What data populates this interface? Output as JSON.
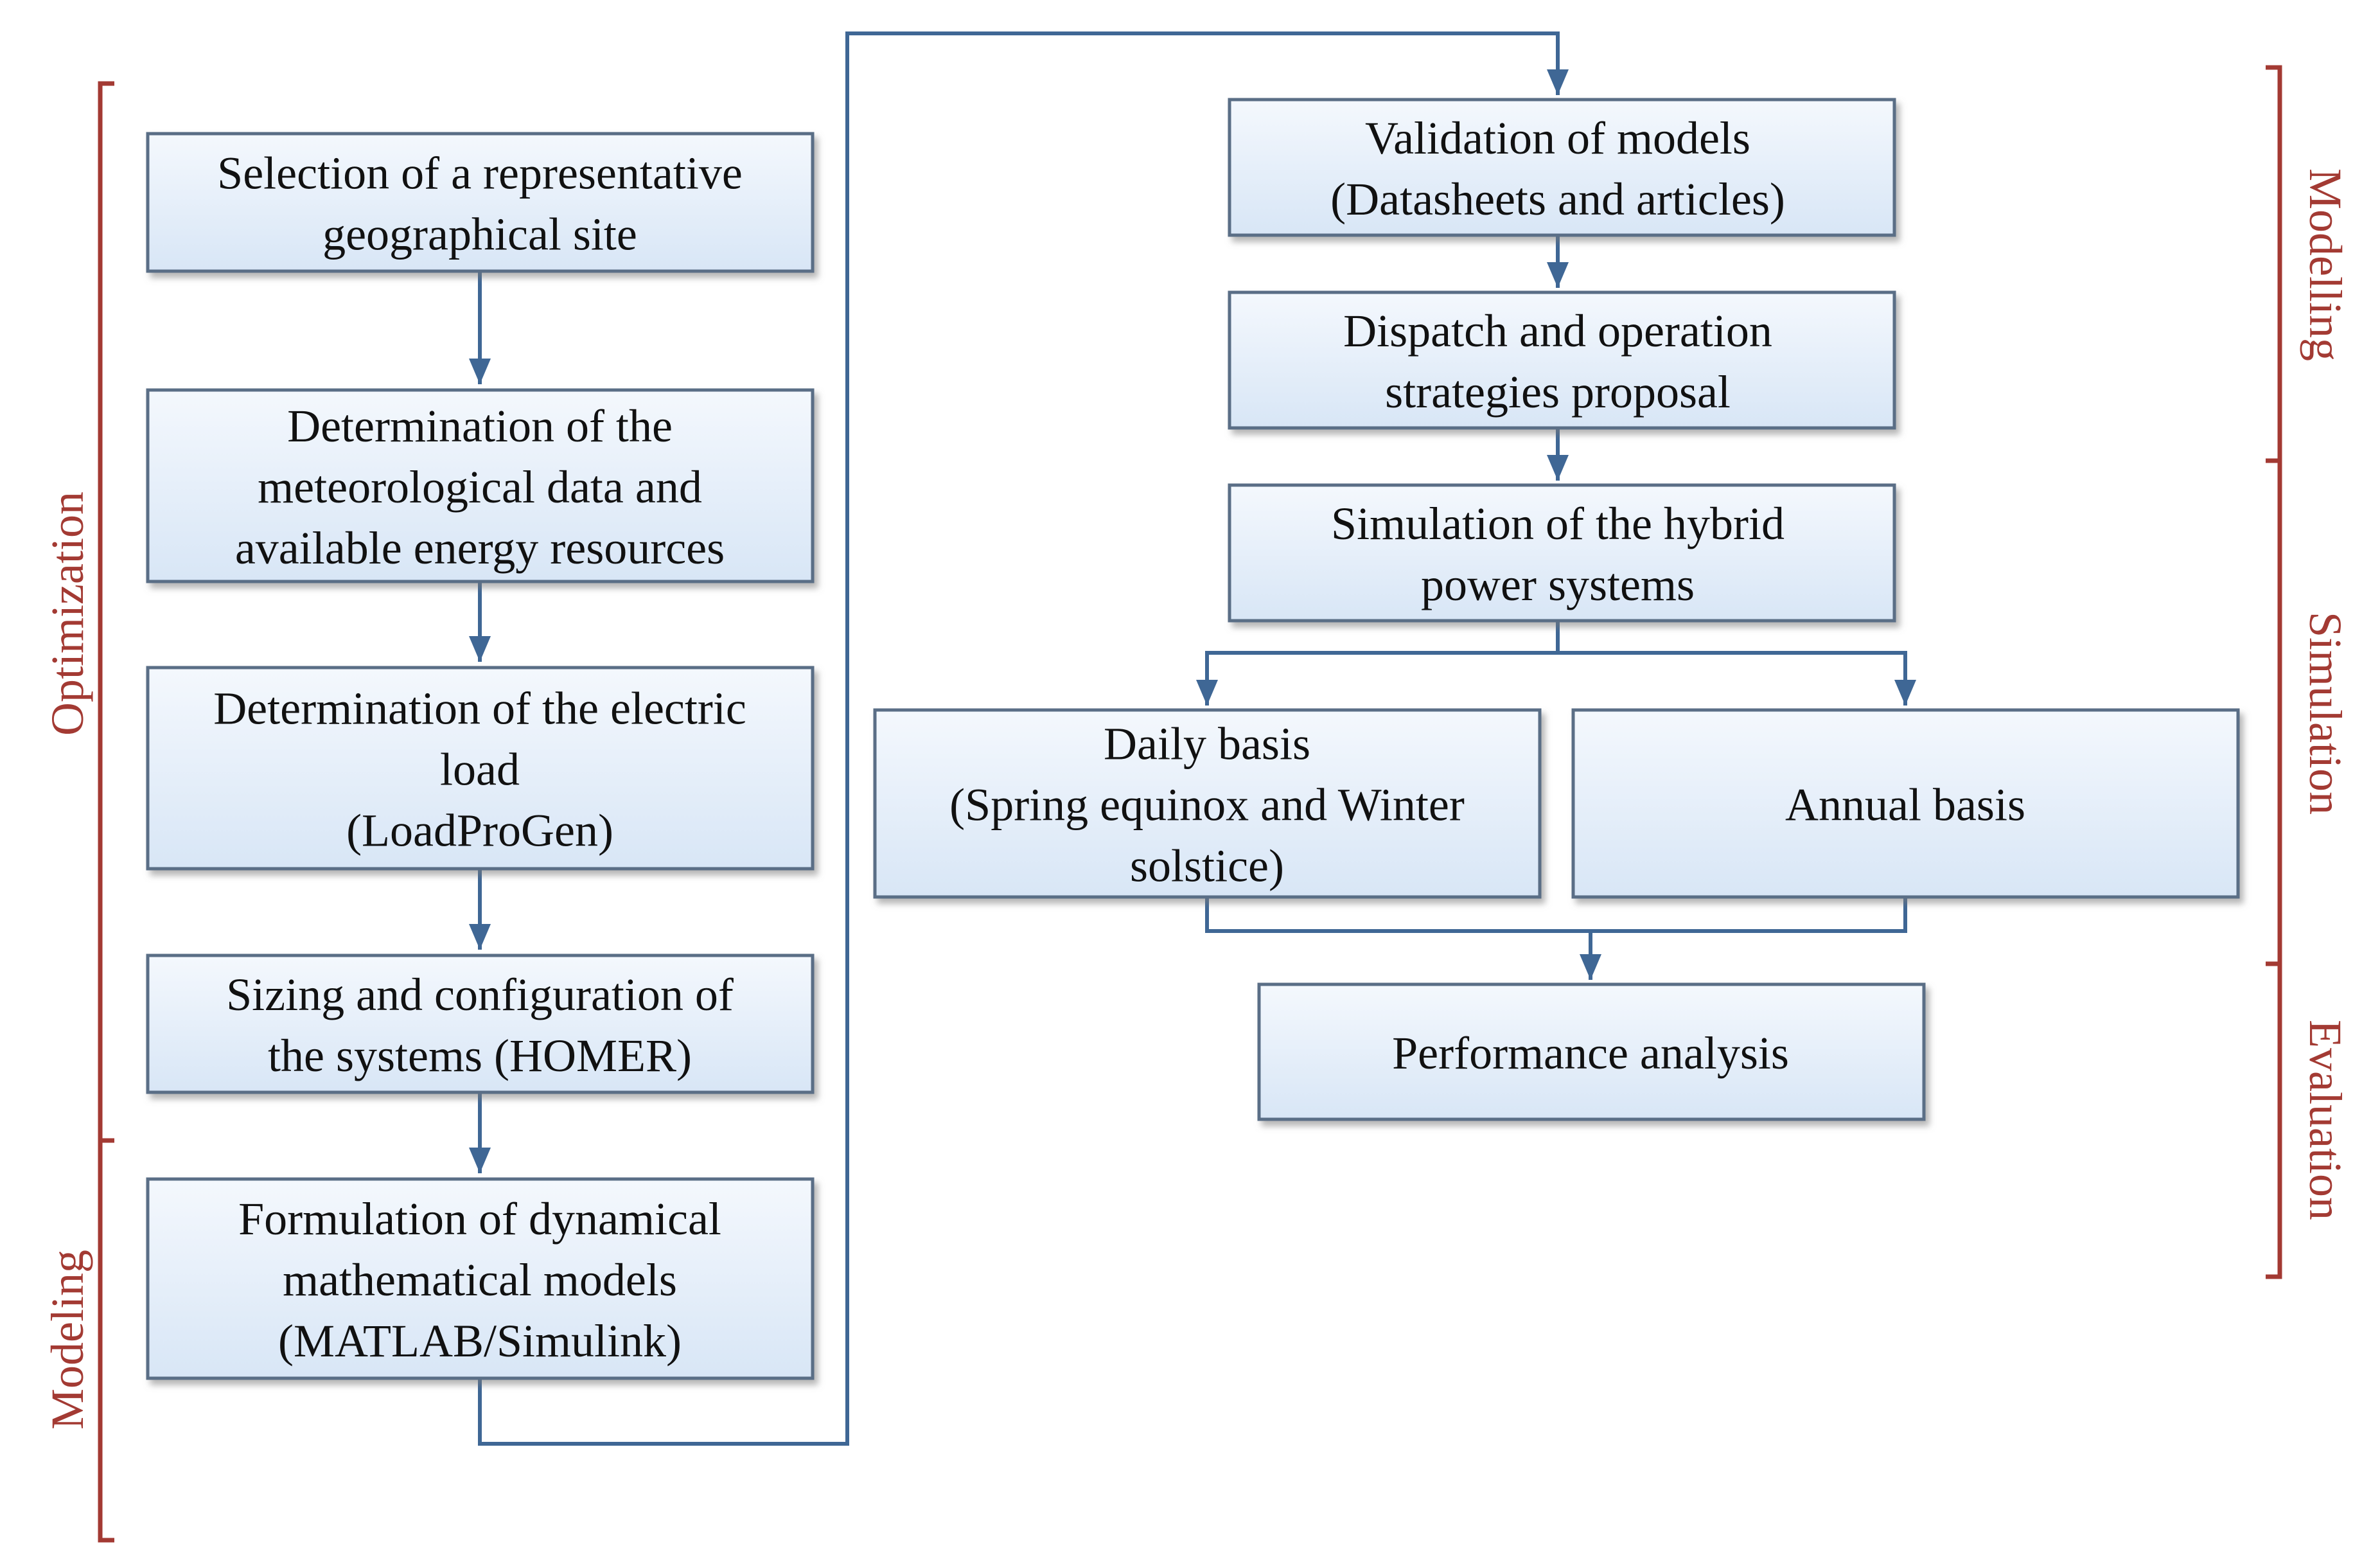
{
  "colors": {
    "connector": "#3f6795",
    "bracket": "#a33a33",
    "box_fill_top": "#f4f8fd",
    "box_fill_bottom": "#d8e6f6",
    "box_stroke": "#5a6e86"
  },
  "boxes": {
    "site": [
      "Selection of a representative",
      "geographical site"
    ],
    "meteo": [
      "Determination of the",
      "meteorological data and",
      "available energy resources"
    ],
    "load": [
      "Determination of the electric",
      "load",
      "(LoadProGen)"
    ],
    "sizing": [
      "Sizing and configuration of",
      "the systems (HOMER)"
    ],
    "models": [
      "Formulation of dynamical",
      "mathematical models",
      "(MATLAB/Simulink)"
    ],
    "validation": [
      "Validation of models",
      "(Datasheets and articles)"
    ],
    "dispatch": [
      "Dispatch and operation",
      "strategies proposal"
    ],
    "simulation": [
      "Simulation of the hybrid",
      "power systems"
    ],
    "daily": [
      "Daily basis",
      "(Spring equinox and Winter",
      "solstice)"
    ],
    "annual": [
      "Annual basis"
    ],
    "performance": [
      "Performance analysis"
    ]
  },
  "phases": {
    "left_optimization": "Optimization",
    "left_modeling": "Modeling",
    "right_modelling": "Modelling",
    "right_simulation": "Simulation",
    "right_evaluation": "Evaluation"
  }
}
